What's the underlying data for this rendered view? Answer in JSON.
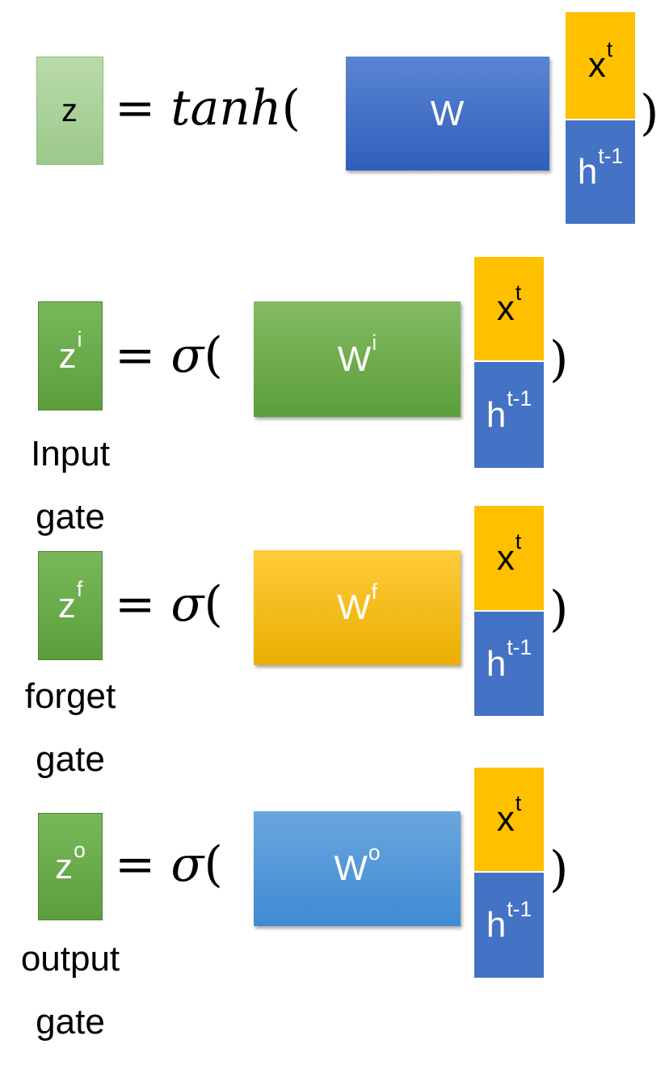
{
  "equations": [
    {
      "z_label": "z",
      "z_sup": "",
      "equals": "=",
      "function": "tanh",
      "open_paren": "(",
      "w_label": "W",
      "w_sup": "",
      "x_label": "x",
      "x_sup": "t",
      "h_label": "h",
      "h_sup": "t-1",
      "close_paren": ")",
      "gate_label_line1": "",
      "gate_label_line2": ""
    },
    {
      "z_label": "z",
      "z_sup": "i",
      "equals": "=",
      "function": "σ",
      "open_paren": "(",
      "w_label": "W",
      "w_sup": "i",
      "x_label": "x",
      "x_sup": "t",
      "h_label": "h",
      "h_sup": "t-1",
      "close_paren": ")",
      "gate_label_line1": "Input",
      "gate_label_line2": "gate"
    },
    {
      "z_label": "z",
      "z_sup": "f",
      "equals": "=",
      "function": "σ",
      "open_paren": "(",
      "w_label": "W",
      "w_sup": "f",
      "x_label": "x",
      "x_sup": "t",
      "h_label": "h",
      "h_sup": "t-1",
      "close_paren": ")",
      "gate_label_line1": "forget",
      "gate_label_line2": "gate"
    },
    {
      "z_label": "z",
      "z_sup": "o",
      "equals": "=",
      "function": "σ",
      "open_paren": "(",
      "w_label": "W",
      "w_sup": "o",
      "x_label": "x",
      "x_sup": "t",
      "h_label": "h",
      "h_sup": "t-1",
      "close_paren": ")",
      "gate_label_line1": "output",
      "gate_label_line2": "gate"
    }
  ],
  "colors": {
    "x_vector": "#ffc000",
    "h_vector": "#4472c4",
    "z_box": "#5c9e3b",
    "w_main": "#2f5fbd",
    "w_input": "#5c9e3b",
    "w_forget": "#eaaf00",
    "w_output": "#3f8bd3"
  }
}
